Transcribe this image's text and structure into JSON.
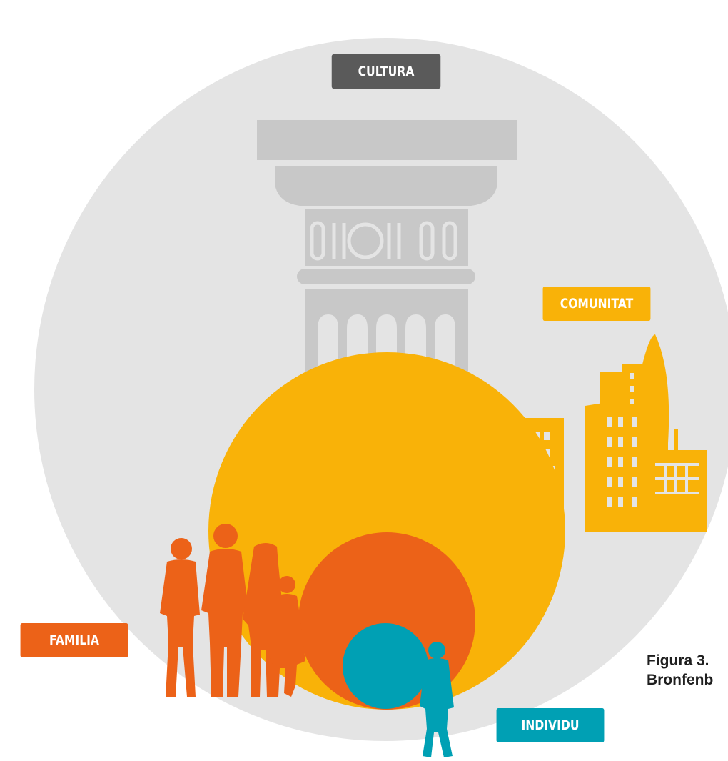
{
  "labels": {
    "cultura": "CULTURA",
    "comunitat": "COMUNITAT",
    "familia": "FAMILIA",
    "individu": "INDIVIDU"
  },
  "caption": {
    "line1": "Figura 3.",
    "line2": "Bronfenb"
  },
  "colors": {
    "culture_circle": "#e4e4e4",
    "column": "#c8c8c8",
    "cultura_tag": "#5a5a5a",
    "community": "#f9b208",
    "family": "#ec6218",
    "individual": "#00a0b4"
  },
  "icons": {
    "column": "classical-column-icon",
    "city": "city-skyline-icon",
    "family": "family-silhouette-icon",
    "person": "person-silhouette-icon"
  }
}
